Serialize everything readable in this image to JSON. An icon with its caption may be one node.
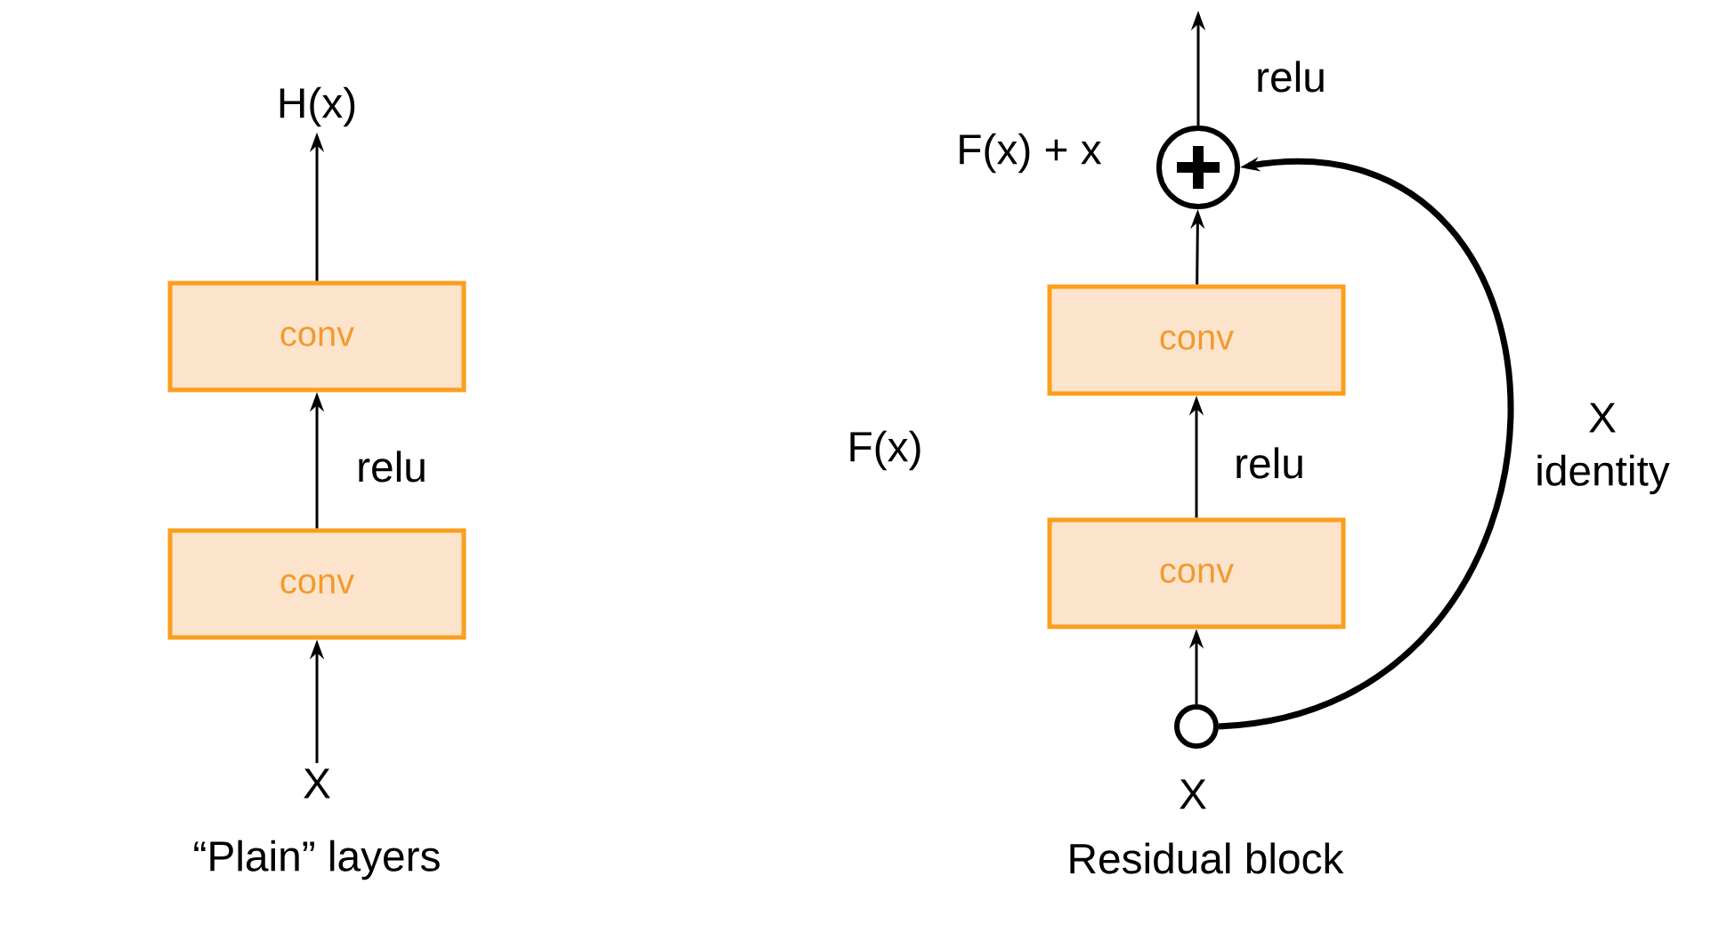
{
  "diagram": {
    "nodes": [
      {
        "text": [
          "H(x)"
        ]
      },
      {
        "text": [
          "conv"
        ]
      },
      {
        "text": [
          "conv"
        ]
      },
      {
        "text": [
          "X"
        ]
      },
      {
        "text": [],
        "shape": "circle",
        "beside": [
          "F(x) + x"
        ]
      },
      {
        "text": [
          "conv"
        ]
      },
      {
        "text": [
          "conv"
        ]
      },
      {
        "text": [],
        "shape": "circle",
        "beside": [
          "X"
        ]
      }
    ],
    "edges": [
      {
        "from": 1,
        "to": 0,
        "arrow": "to"
      },
      {
        "from": 2,
        "to": 1,
        "arrow": "to",
        "label": "relu"
      },
      {
        "from": 3,
        "to": 2,
        "arrow": "to"
      },
      {
        "from": 4,
        "to": null,
        "arrow": "to",
        "label": "relu"
      },
      {
        "from": 5,
        "to": 4,
        "arrow": "to"
      },
      {
        "from": 6,
        "to": 5,
        "arrow": "to",
        "label": "relu"
      },
      {
        "from": 7,
        "to": 6,
        "arrow": "to"
      },
      {
        "from": 7,
        "to": 4,
        "arrow": "to",
        "label": "X identity",
        "style": "thick"
      }
    ],
    "labels": [
      "“Plain” layers",
      "F(x)",
      "Residual block"
    ]
  }
}
